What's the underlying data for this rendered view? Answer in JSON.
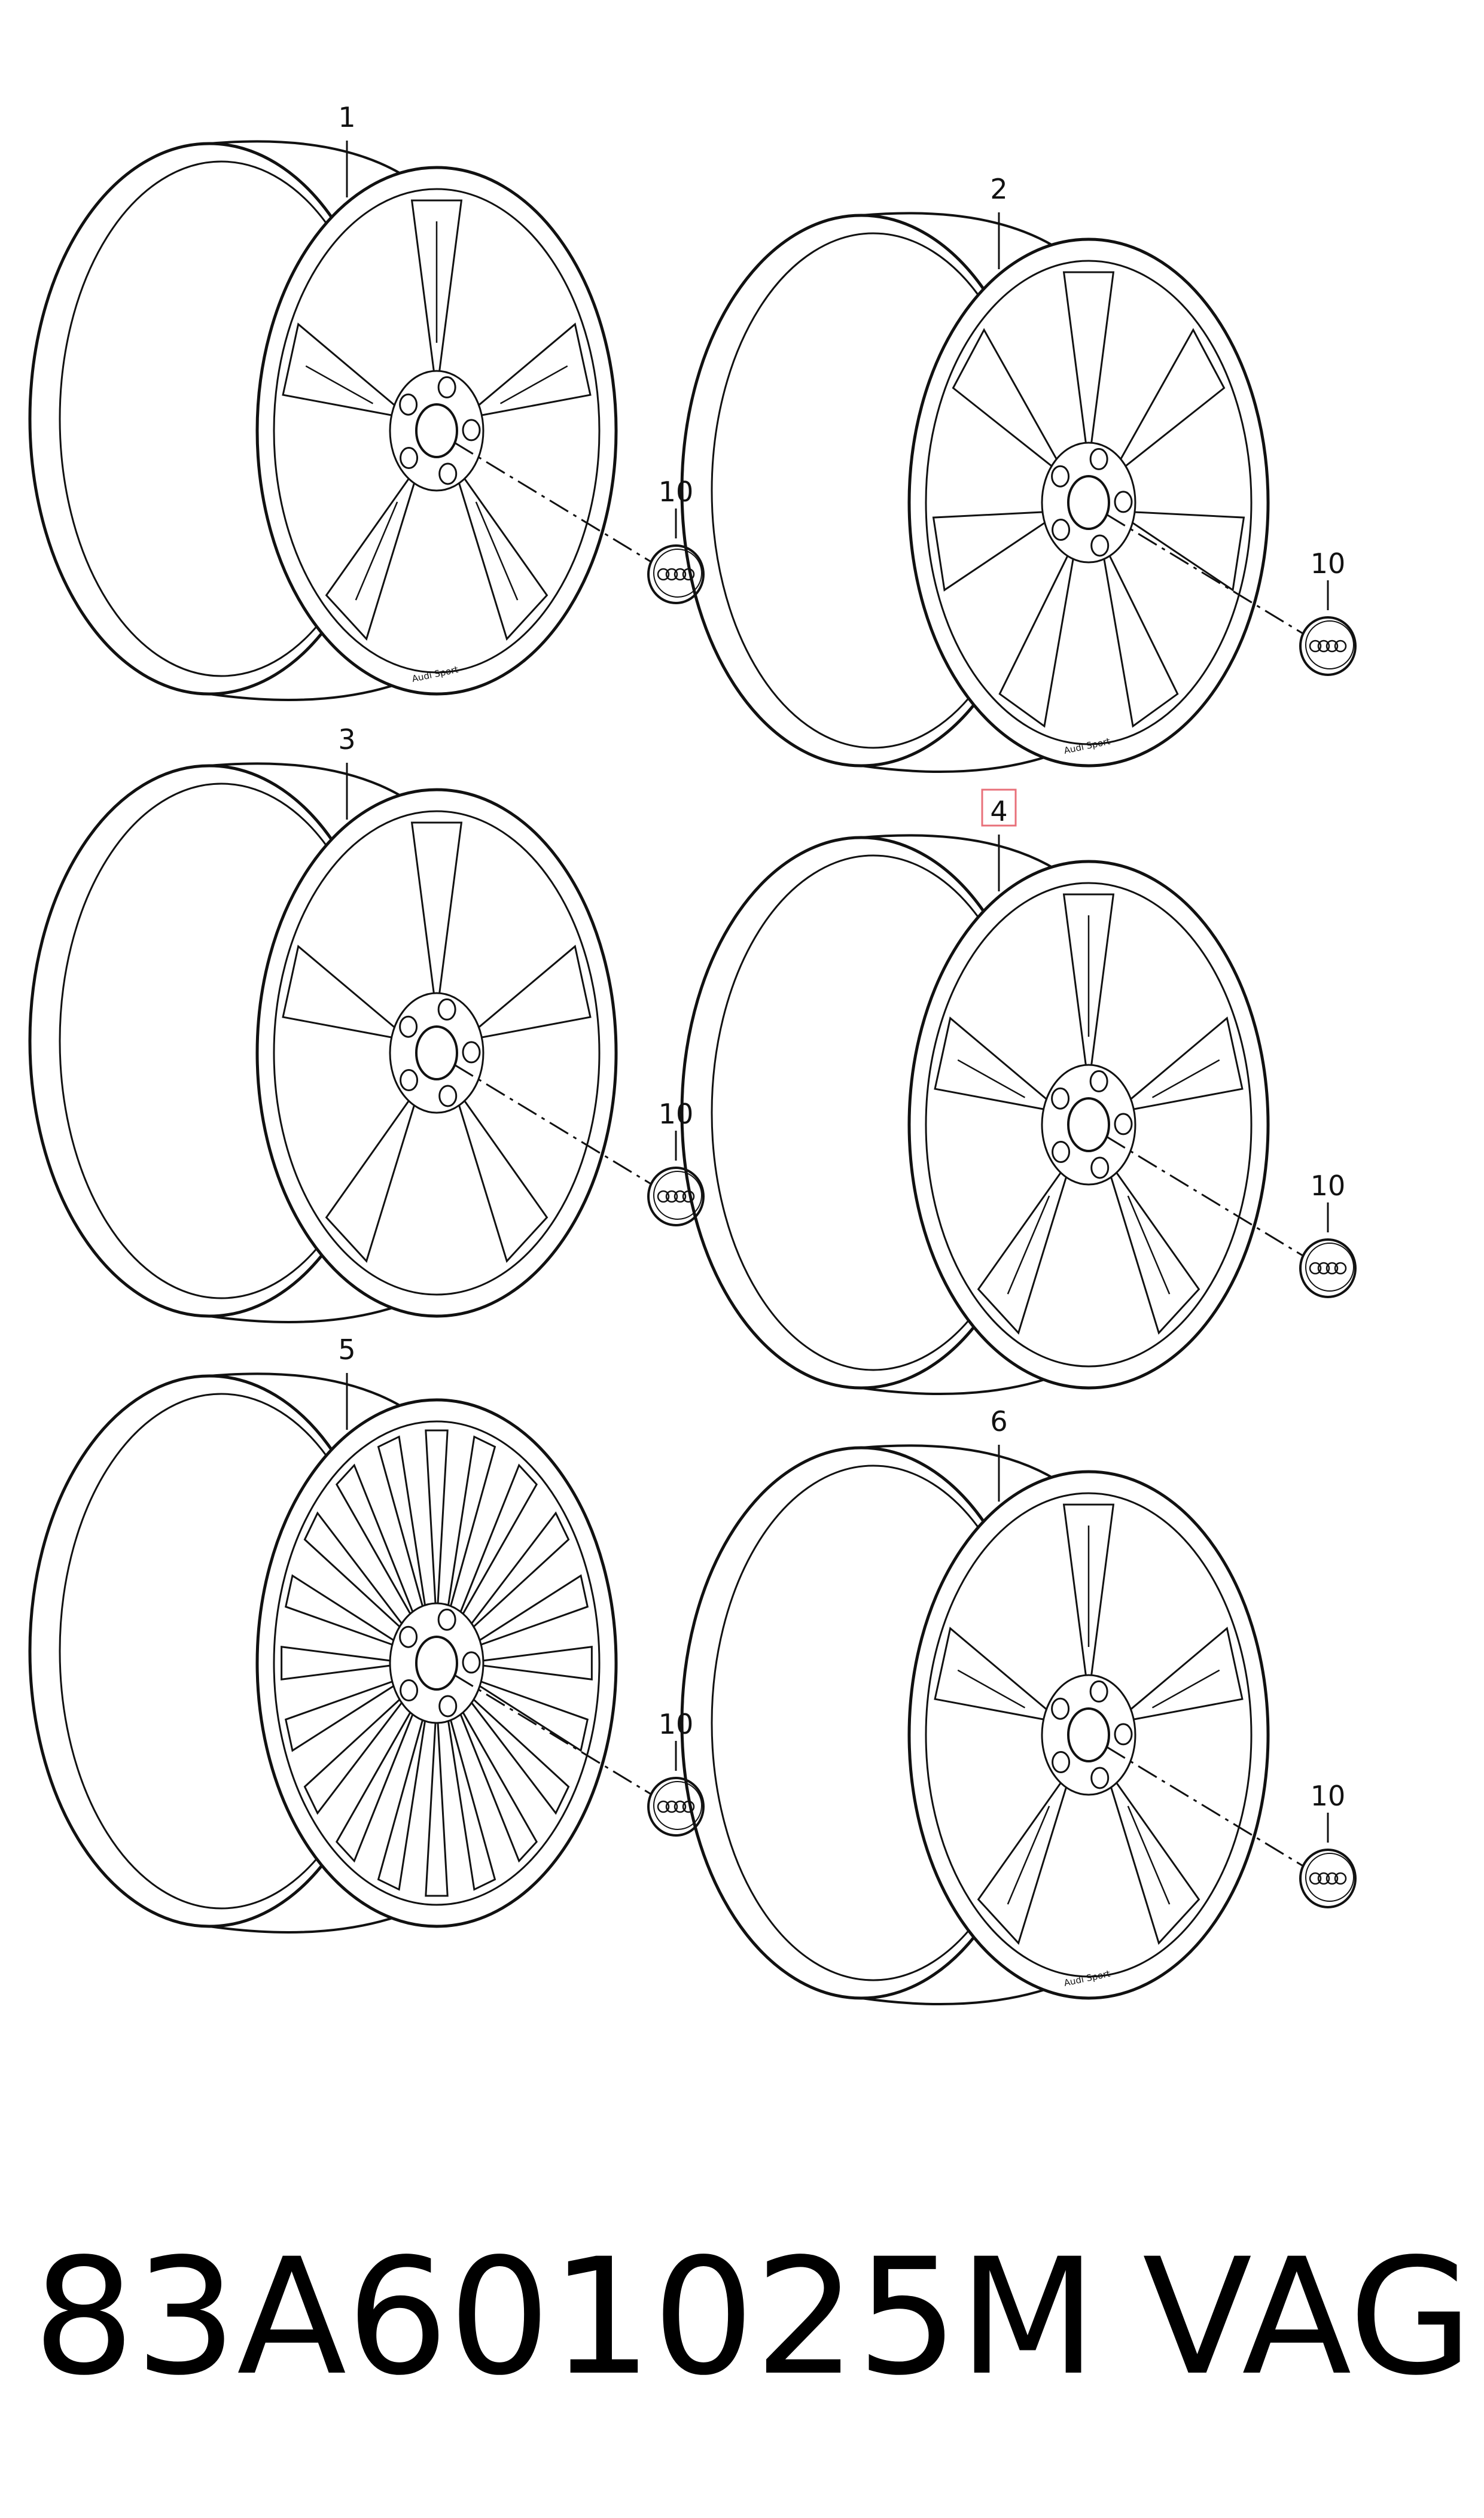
{
  "diagram": {
    "highlight_color": "#e8707a",
    "line_color": "#111111",
    "highlighted_item": "4",
    "wheels": [
      {
        "callout": "1",
        "spokes": 5,
        "style": "double",
        "brand": "Audi Sport"
      },
      {
        "callout": "2",
        "spokes": 7,
        "style": "window",
        "brand": "Audi Sport"
      },
      {
        "callout": "3",
        "spokes": 5,
        "style": "v",
        "brand": ""
      },
      {
        "callout": "4",
        "spokes": 5,
        "style": "split",
        "brand": ""
      },
      {
        "callout": "5",
        "spokes": 20,
        "style": "multi",
        "brand": ""
      },
      {
        "callout": "6",
        "spokes": 5,
        "style": "rotor",
        "brand": "Audi Sport"
      }
    ],
    "center_caps": [
      {
        "callout": "10"
      },
      {
        "callout": "10"
      },
      {
        "callout": "10"
      },
      {
        "callout": "10"
      },
      {
        "callout": "10"
      },
      {
        "callout": "10"
      }
    ]
  },
  "footer": {
    "part_number": "83A601025M",
    "manufacturer": "VAG"
  }
}
